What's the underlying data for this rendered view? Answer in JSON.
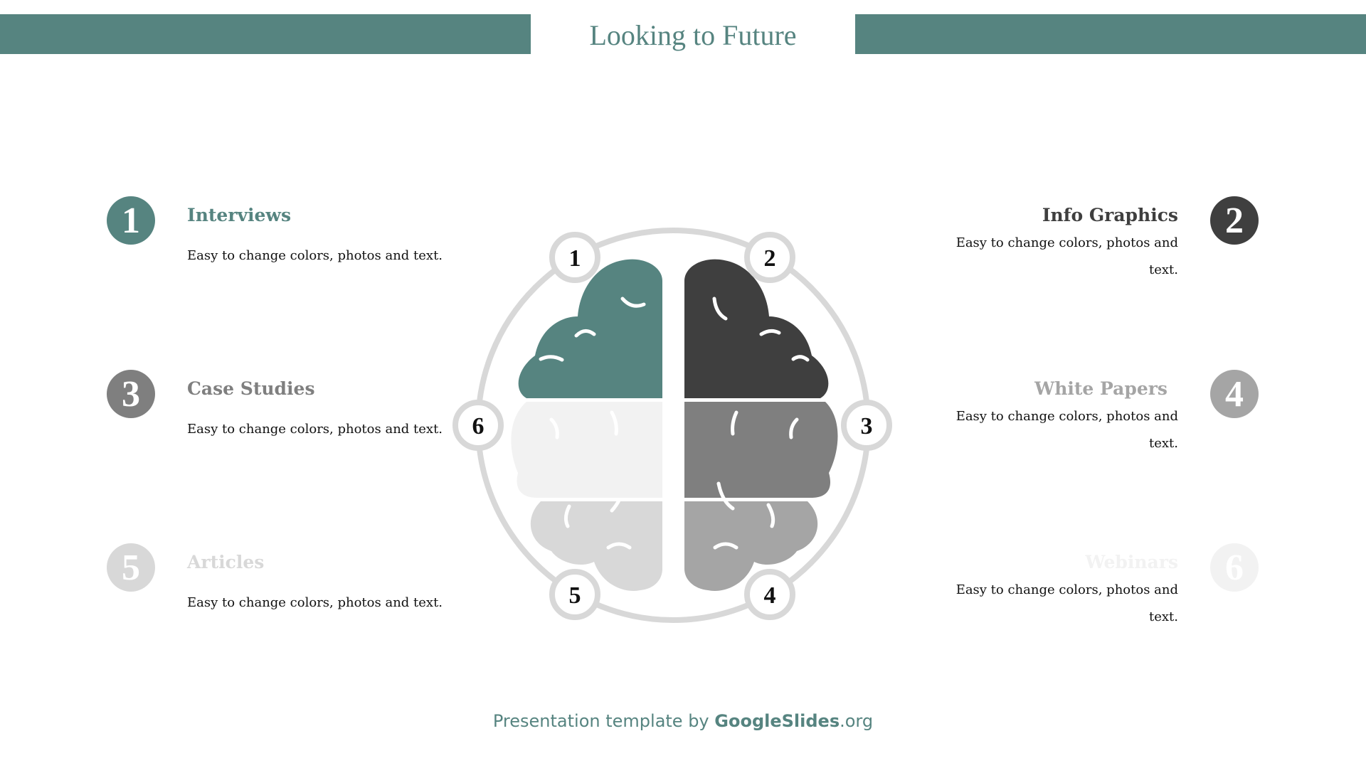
{
  "header": {
    "title": "Looking to Future"
  },
  "items": [
    {
      "number": "1",
      "title": "Interviews",
      "description": "Easy to change colors, photos and text.",
      "color": "#568480"
    },
    {
      "number": "2",
      "title": "Info Graphics",
      "description": "Easy to change colors, photos and text.",
      "color": "#3f3f3f"
    },
    {
      "number": "3",
      "title": "Case Studies",
      "description": "Easy to change colors, photos and text.",
      "color": "#7f7f7f"
    },
    {
      "number": "4",
      "title": "White Papers",
      "description": "Easy to change colors, photos and text.",
      "color": "#a5a5a5"
    },
    {
      "number": "5",
      "title": "Articles",
      "description": "Easy to change colors, photos and text.",
      "color": "#d8d8d8"
    },
    {
      "number": "6",
      "title": "Webinars",
      "description": "Easy to change colors, photos and text.",
      "color": "#f2f2f2"
    }
  ],
  "diagram": {
    "badges": [
      "1",
      "2",
      "3",
      "4",
      "5",
      "6"
    ]
  },
  "footer": {
    "prefix": "Presentation template by ",
    "brand": "GoogleSlides",
    "suffix": ".org"
  }
}
